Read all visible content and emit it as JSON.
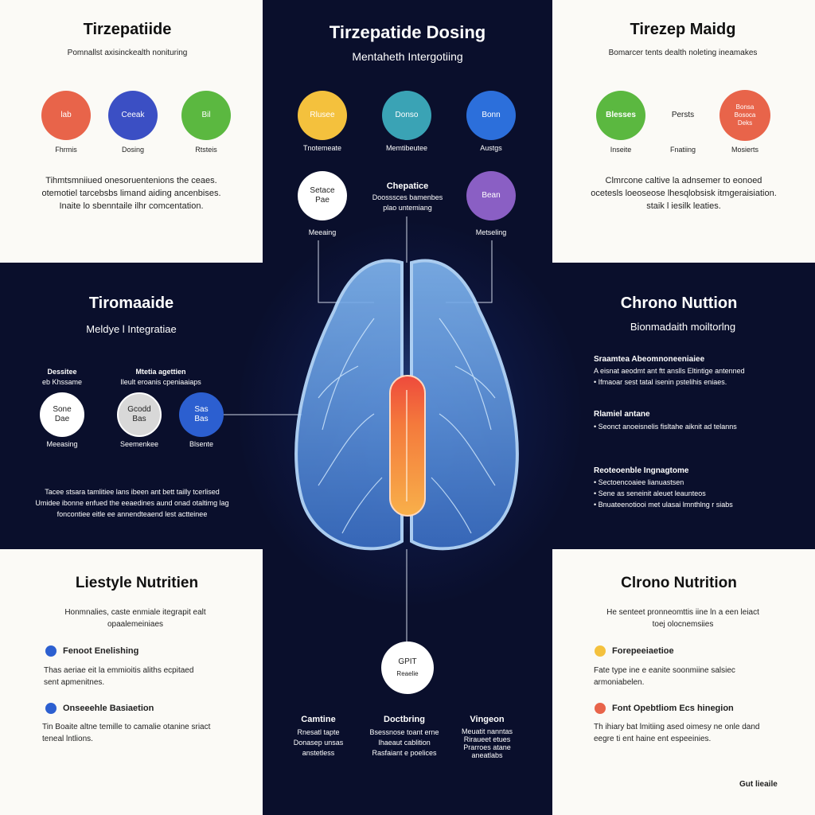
{
  "top_left": {
    "title": "Tirzepatiide",
    "subtitle": "Pomnallst axisinckealth nonituring",
    "circles": [
      {
        "label": "lab",
        "color": "#e8644a",
        "caption": "Fhrmis"
      },
      {
        "label": "Ceeak",
        "color": "#3b4fc4",
        "caption": "Dosing"
      },
      {
        "label": "Bil",
        "color": "#5bb840",
        "caption": "Rtsteis"
      }
    ],
    "body": [
      "Tihmtsmniiued onesoruentenions the ceaes.",
      "otemotiel tarcebsbs limand aiding ancenbises.",
      "Inaite lo sbenntaile ilhr comcentation."
    ]
  },
  "top_center": {
    "title": "Tirzepatide Dosing",
    "subtitle": "Mentaheth Intergotiing",
    "circles": [
      {
        "label": "Rlusee",
        "color": "#f4c13d",
        "caption": "Tnotemeate"
      },
      {
        "label": "Donso",
        "color": "#3aa3b5",
        "caption": "Memtibeutee"
      },
      {
        "label": "Bonn",
        "color": "#2c6fdb",
        "caption": "Austgs"
      }
    ],
    "left_node": {
      "label": "Setace Pae",
      "caption": "Meeaing"
    },
    "middle_text": {
      "title": "Chepatice",
      "lines": [
        "Doosssces bamenbes",
        "plao untemiang"
      ]
    },
    "right_node": {
      "label": "Bean",
      "color": "#8a5fc4",
      "caption": "Metseling"
    }
  },
  "top_right": {
    "title": "Tirezep Maidg",
    "subtitle": "Bomarcer tents dealth noleting ineamakes",
    "circles": [
      {
        "label": "Blesses",
        "color": "#5bb840",
        "caption": "Inseite"
      },
      {
        "label": "Persts",
        "color": "",
        "caption": "Fnatiing"
      },
      {
        "label": "Bonsa Bosoca Deks",
        "color": "#e8644a",
        "caption": "Mosierts"
      }
    ],
    "body": [
      "Clmrcone caltive la adnsemer to eonoed",
      "ocetesls loeoseose lhesqlobsisk itmgeraisiation.",
      "staik l iesilk leaties."
    ]
  },
  "middle_left": {
    "title": "Tiromaaide",
    "subtitle": "Meldye l Integratiae",
    "label_left": [
      "Dessitee",
      "eb Khssame"
    ],
    "label_right": [
      "Mtetia agettien",
      "Ileult eroanis cpeniaaiaps"
    ],
    "circles": [
      {
        "label": "Sone Dae",
        "caption": "Meeasing",
        "style": "white"
      },
      {
        "label": "Gcodd Bas",
        "caption": "Seemenkee",
        "style": "gray"
      },
      {
        "label": "Sas Bas",
        "caption": "Blsente",
        "style": "blue",
        "color": "#2c5fd0"
      }
    ],
    "body": [
      "Tacee stsara tamlitiee lans ibeen ant bett tailly tcerlised",
      "Umidee ibonne enfued the eeaedines aund onad otaltimg lag",
      "foncontiee eitle ee annendteaend lest actteinee"
    ]
  },
  "middle_right": {
    "title": "Chrono Nuttion",
    "subtitle": "Bionmadaith moiltorlng",
    "groups": [
      {
        "head": "Sraamtea Abeomnoneeniaiee",
        "lines": [
          "A eisnat aeodmt ant ftt anslls Eltintige antenned",
          "• Ifmaoar sest tatal isenin pstelihis eniaes."
        ]
      },
      {
        "head": "Rlamiel antane",
        "lines": [
          "• Seonct anoeisnelis fisltahe aiknit ad telanns"
        ]
      },
      {
        "head": "Reoteoenble Ingnagtome",
        "lines": [
          "• Sectoencoaiee lianuastsen",
          "• Sene as seneinit aleuet leaunteos",
          "• Bnuateenotiooi met ulasai lmnthlng r siabs"
        ]
      }
    ]
  },
  "bottom_left": {
    "title": "Liestyle Nutritien",
    "subtitle": [
      "Honmnalies, caste enmiale itegrapit ealt",
      "opaalemeiniaes"
    ],
    "items": [
      {
        "head": "Fenoot Enelishing",
        "color": "#2c5fd0",
        "body": [
          "Thas aeriae eit la emmioitis aliths ecpitaed",
          "sent apmenitnes."
        ]
      },
      {
        "head": "Onseeehle Basiaetion",
        "color": "#2c5fd0",
        "body": [
          "Tin Boaite altne temille to camalie otanine sriact",
          "teneal lntlions."
        ]
      }
    ]
  },
  "bottom_center": {
    "node": {
      "line1": "GPIT",
      "line2": "Reaelie"
    },
    "cols": [
      {
        "head": "Camtine",
        "lines": [
          "Rnesatl tapte",
          "Donasep unsas",
          "anstetless"
        ]
      },
      {
        "head": "Doctbring",
        "lines": [
          "Bsessnose toant erne",
          "Ihaeaut cablition",
          "Rasfaiant e poelices"
        ]
      },
      {
        "head": "Vingeon",
        "lines": [
          "Meuatit nanntas",
          "Riraueet etues",
          "Prarroes atane",
          "aneatlabs"
        ]
      }
    ]
  },
  "bottom_right": {
    "title": "Clrono Nutrition",
    "subtitle": [
      "He senteet pronneomttis iine ln a een leiact",
      "toej olocnemsiies"
    ],
    "items": [
      {
        "head": "Forepeeiaetioe",
        "color": "#f4c13d",
        "body": [
          "Fate type ine e eanite soonmiine salsiec",
          "armoniabelen."
        ]
      },
      {
        "head": "Font Opebtliom Ecs hinegion",
        "color": "#e8644a",
        "body": [
          "Th ihiary bat lmitiing ased oimesy ne onle dand",
          "eegre ti ent haine ent espeeinies."
        ]
      }
    ],
    "footnote": "Gut lieaile"
  }
}
